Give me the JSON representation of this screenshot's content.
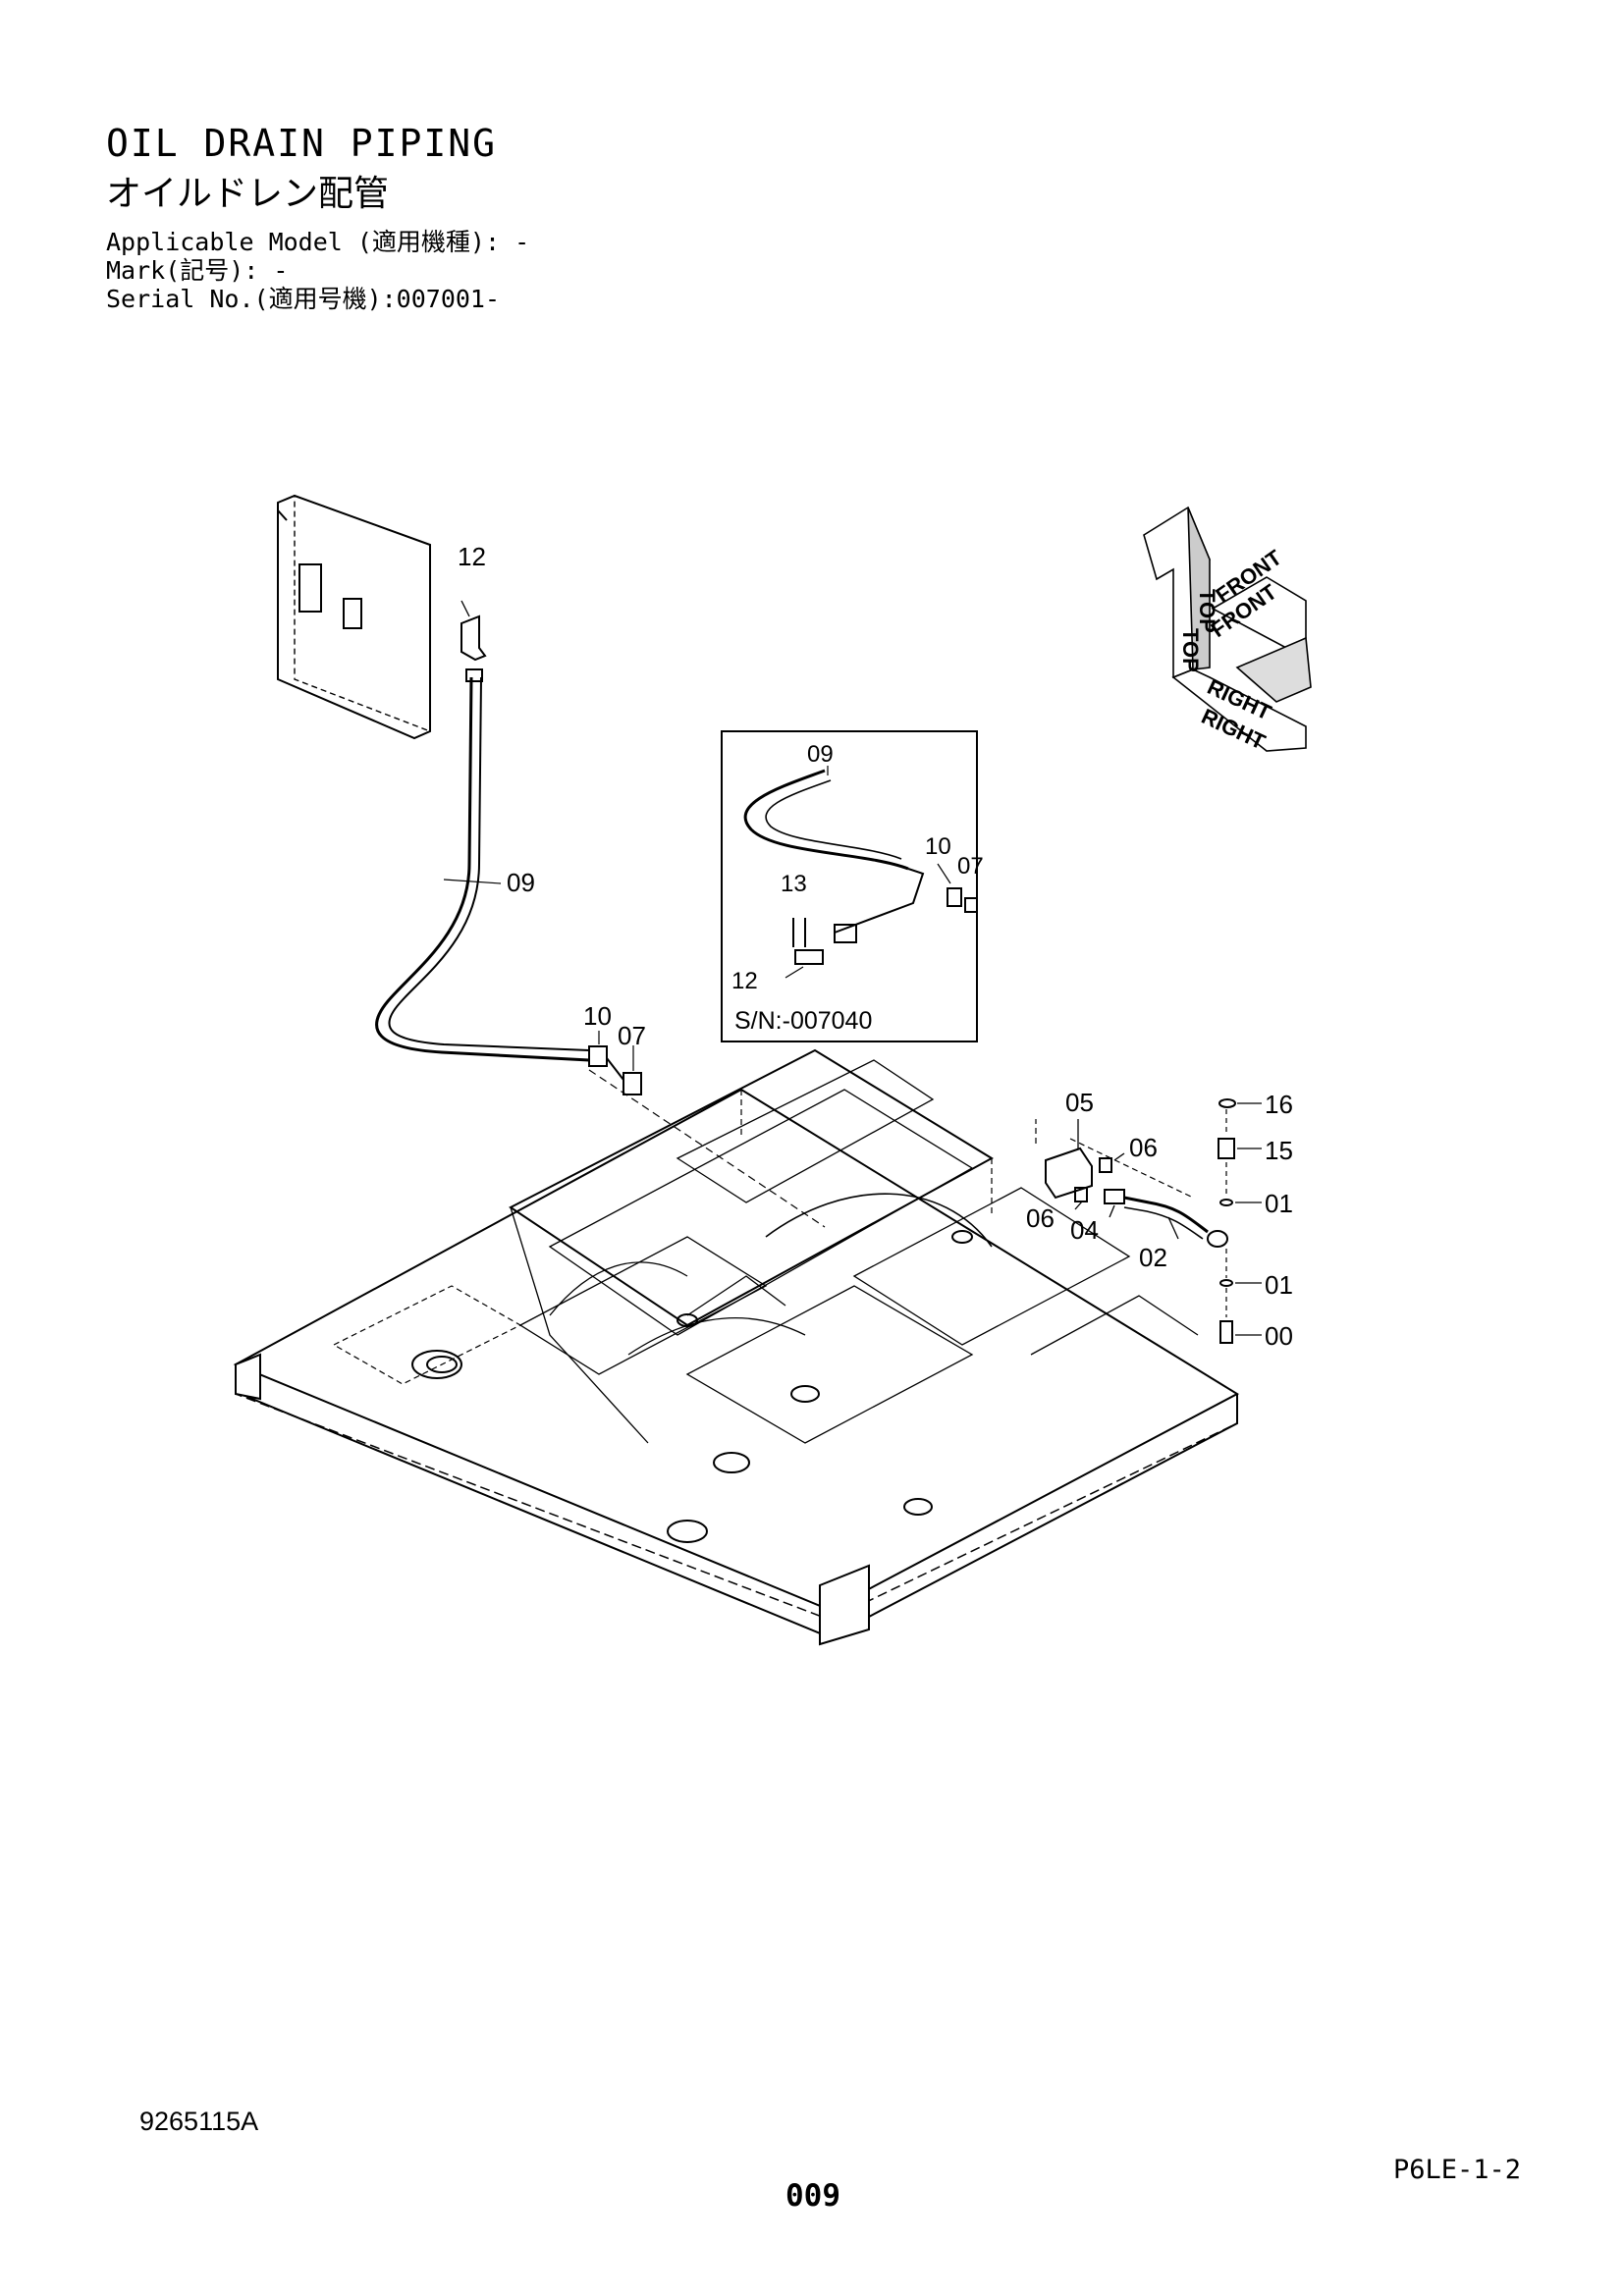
{
  "title_en": "OIL DRAIN PIPING",
  "title_ja": "オイルドレン配管",
  "applicable_model": "Applicable Model (適用機種): -",
  "mark": "Mark(記号): -",
  "serial_no": "Serial No.(適用号機):007001-",
  "orientation": {
    "top": "TOP",
    "front": "FRONT",
    "right": "RIGHT"
  },
  "inset": {
    "serial_note": "S/N:-007040",
    "callouts": [
      "09",
      "10",
      "07",
      "13",
      "12"
    ]
  },
  "callouts": {
    "c12": "12",
    "c09": "09",
    "c10": "10",
    "c07": "07",
    "c05": "05",
    "c06a": "06",
    "c06b": "06",
    "c04": "04",
    "c02": "02",
    "c16": "16",
    "c15": "15",
    "c01a": "01",
    "c01b": "01",
    "c00": "00"
  },
  "footer": {
    "doc_number": "9265115A",
    "section": "P6LE-1-2",
    "page": "009"
  }
}
